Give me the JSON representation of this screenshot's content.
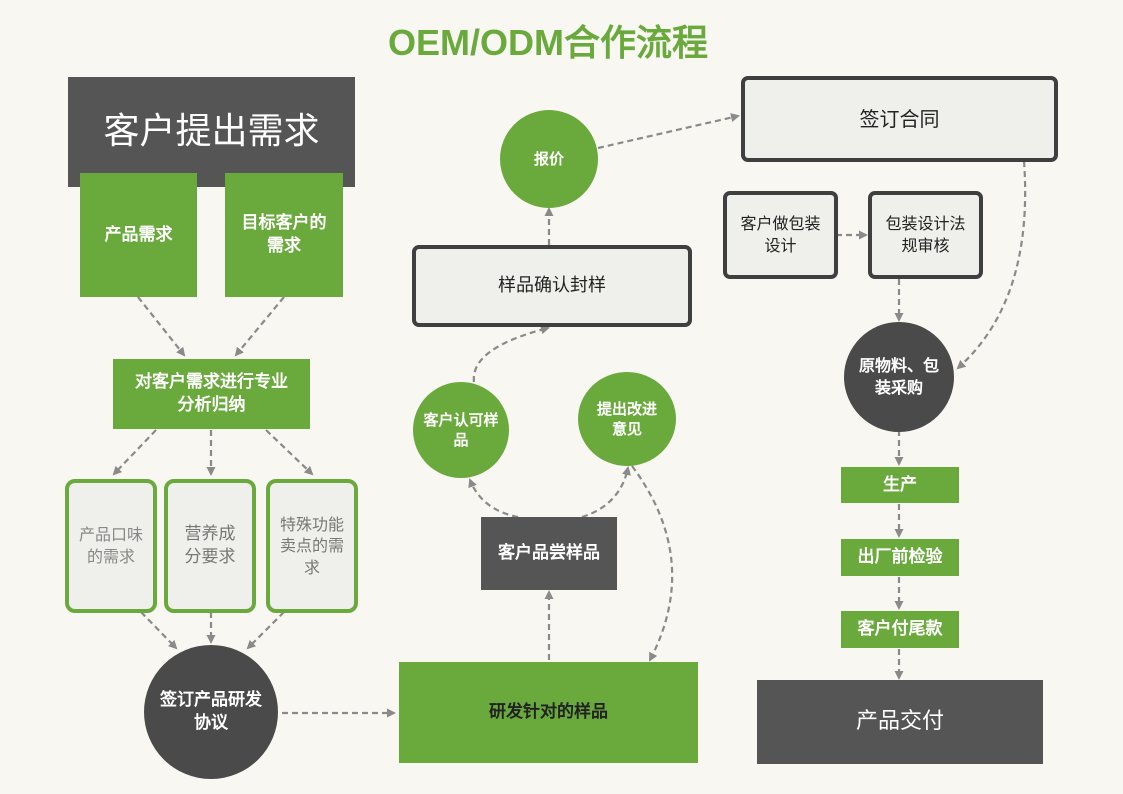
{
  "title": "OEM/ODM合作流程",
  "nodes": {
    "customer_request": "客户提出需求",
    "product_need": "产品需求",
    "target_customer_need": "目标客户的需求",
    "analysis": "对客户需求进行专业分析归纳",
    "taste_need": "产品口味的需求",
    "nutrition_need": "营养成分要求",
    "special_function": "特殊功能卖点的需求",
    "sign_rd_agreement": "签订产品研发协议",
    "rd_sample": "研发针对的样品",
    "customer_taste_sample": "客户品尝样品",
    "customer_approve": "客户认可样品",
    "suggest_improve": "提出改进意见",
    "sample_seal": "样品确认封样",
    "quote": "报价",
    "sign_contract": "签订合同",
    "customer_packaging": "客户做包装设计",
    "packaging_review": "包装设计法规审核",
    "procurement": "原物料、包装采购",
    "production": "生产",
    "inspection": "出厂前检验",
    "final_payment": "客户付尾款",
    "delivery": "产品交付"
  },
  "colors": {
    "green": "#6aaa3c",
    "dark": "#555555",
    "arrow": "#8a8a8a"
  }
}
